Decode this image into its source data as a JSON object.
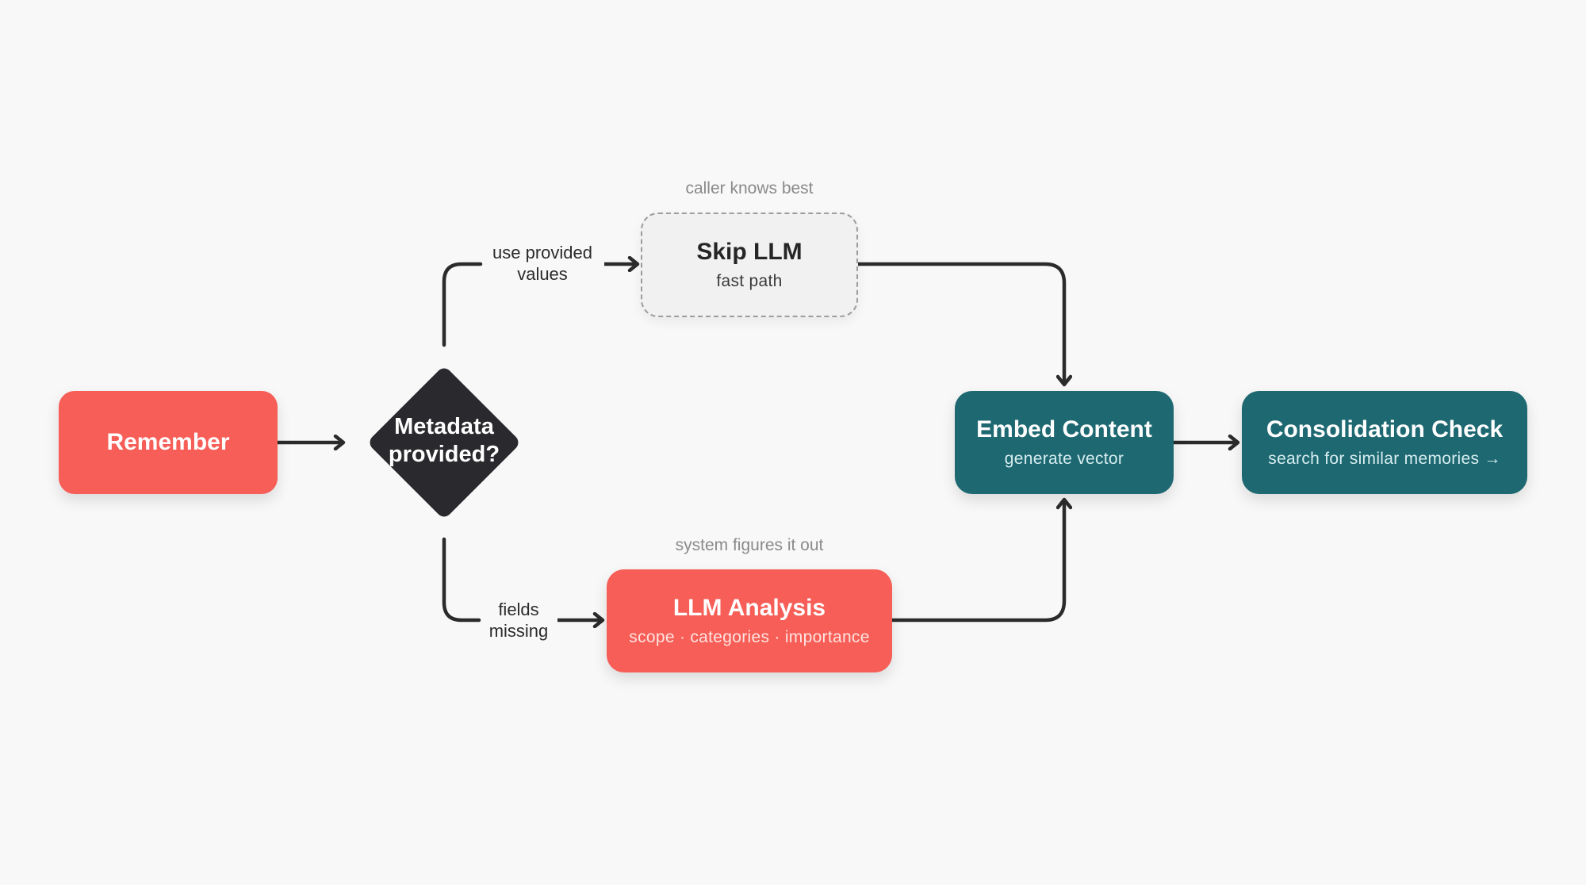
{
  "nodes": {
    "remember": {
      "title": "Remember"
    },
    "decision": {
      "title": "Metadata provided?"
    },
    "skip_llm": {
      "title": "Skip LLM",
      "subtitle": "fast path",
      "caption": "caller knows best"
    },
    "llm_analysis": {
      "title": "LLM Analysis",
      "subtitle": "scope · categories · importance",
      "caption": "system figures it out"
    },
    "embed": {
      "title": "Embed Content",
      "subtitle": "generate vector"
    },
    "consolidation": {
      "title": "Consolidation Check",
      "subtitle": "search for similar memories →"
    }
  },
  "edges": {
    "yes_label": "use provided values",
    "no_label": "fields missing"
  },
  "colors": {
    "coral": "#f65e57",
    "teal": "#1e6872",
    "dark": "#2a2a2e",
    "line": "#2b2b2b",
    "ghost_border": "#9c9c9c"
  }
}
